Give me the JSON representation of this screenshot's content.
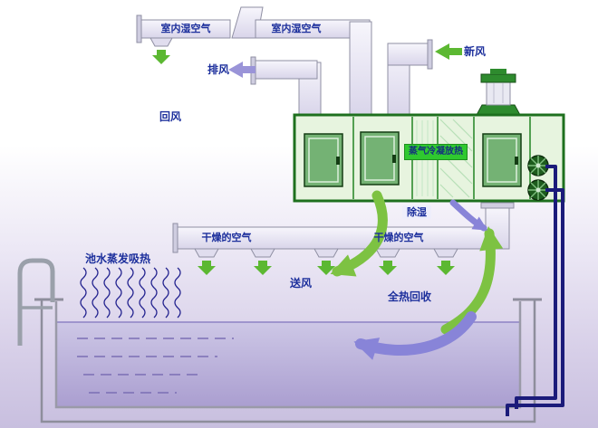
{
  "diagram": {
    "description": "Swimming pool dehumidification heat-recovery air handling system schematic",
    "labels": {
      "indoor_humid_air_1": "室内湿空气",
      "indoor_humid_air_2": "室内湿空气",
      "exhaust_air": "排风",
      "fresh_air": "新风",
      "return_air": "回风",
      "steam_condensation_heat": "蒸气冷凝放热",
      "dehumidification": "除湿",
      "dry_air_left": "干燥的空气",
      "dry_air_right": "干燥的空气",
      "supply_air": "送风",
      "total_heat_recovery": "全热回收",
      "pool_water_evaporation": "池水蒸发吸热"
    },
    "colors": {
      "ahu_body_green": "#e7f4df",
      "ahu_border_green": "#1e701e",
      "door_green": "#74b274",
      "highlight_green_box": "#2fc92f",
      "arrow_green": "#7dc242",
      "arrow_purple": "#8884d8",
      "pipe_navy": "#1b1b7a",
      "label_text_navy": "#1c2f9c",
      "water_lavender": "#c3badd",
      "background_bottom": "#c8bfdf"
    }
  }
}
